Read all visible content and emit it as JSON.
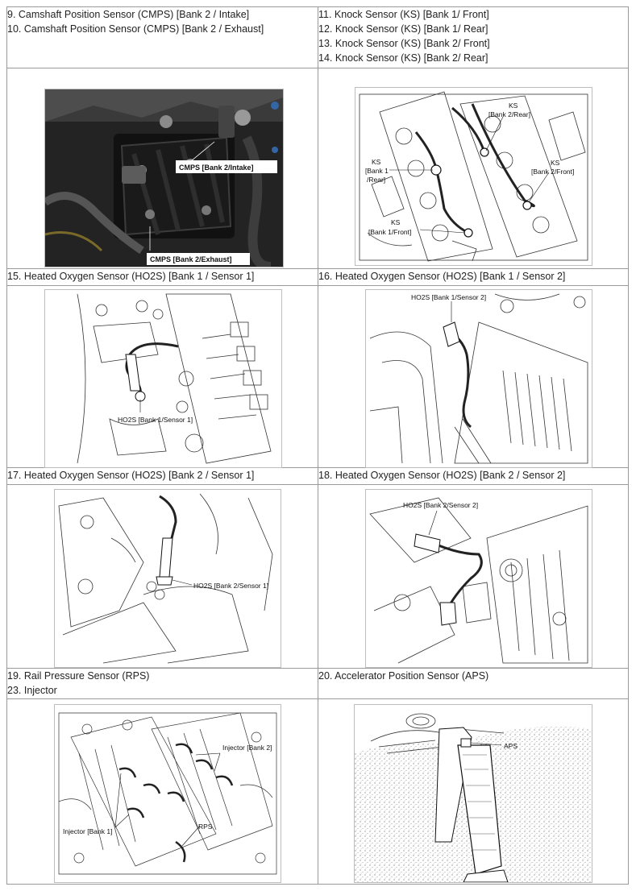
{
  "rows": [
    {
      "left_labels": [
        "9. Camshaft Position Sensor (CMPS) [Bank 2 / Intake]",
        "10. Camshaft Position Sensor (CMPS) [Bank 2 / Exhaust]"
      ],
      "right_labels": [
        "11. Knock Sensor (KS) [Bank 1/ Front]",
        "12. Knock Sensor (KS) [Bank 1/ Rear]",
        "13. Knock Sensor (KS) [Bank 2/ Front]",
        "14. Knock Sensor (KS) [Bank 2/ Rear]"
      ]
    },
    {
      "left_labels": [
        "15. Heated Oxygen Sensor (HO2S) [Bank 1 / Sensor 1]"
      ],
      "right_labels": [
        "16. Heated Oxygen Sensor (HO2S) [Bank 1 / Sensor 2]"
      ]
    },
    {
      "left_labels": [
        "17. Heated Oxygen Sensor (HO2S) [Bank 2 / Sensor 1]"
      ],
      "right_labels": [
        "18. Heated Oxygen Sensor (HO2S) [Bank 2 / Sensor 2]"
      ]
    },
    {
      "left_labels": [
        "19. Rail Pressure Sensor (RPS)",
        "23. Injector"
      ],
      "right_labels": [
        "20. Accelerator Position Sensor (APS)"
      ]
    }
  ],
  "figures": {
    "cmps": {
      "callouts": [
        "CMPS [Bank 2/Intake]",
        "CMPS [Bank 2/Exhaust]"
      ]
    },
    "ks": {
      "callouts": {
        "b2r": [
          "KS",
          "[Bank 2/Rear]"
        ],
        "b1r": [
          "KS",
          "[Bank 1",
          "/Rear]"
        ],
        "b2f": [
          "KS",
          "[Bank 2/Front]"
        ],
        "b1f": [
          "KS",
          "[Bank 1/Front]"
        ]
      }
    },
    "ho2s_b1s1": {
      "callout": "HO2S [Bank 1/Sensor 1]"
    },
    "ho2s_b1s2": {
      "callout": "HO2S [Bank 1/Sensor 2]"
    },
    "ho2s_b2s1": {
      "callout": "HO2S [Bank 2/Sensor 1]"
    },
    "ho2s_b2s2": {
      "callout": "HO2S [Bank 2/Sensor 2]"
    },
    "rps_inj": {
      "callouts": [
        "Injector [Bank 2]",
        "Injector [Bank 1]",
        "RPS"
      ]
    },
    "aps": {
      "callout": "APS"
    }
  }
}
